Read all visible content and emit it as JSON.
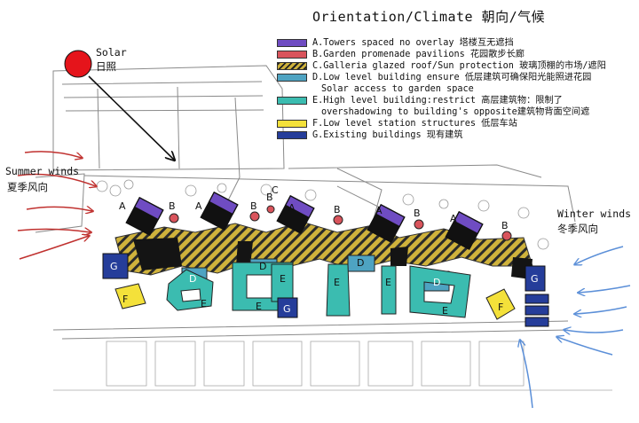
{
  "title": "Orientation/Climate 朝向/气候",
  "legend": [
    {
      "code": "A",
      "text": "A.Towers spaced no overlay 塔楼互无遮挡",
      "color": "#6f4cc2",
      "pattern": "solid"
    },
    {
      "code": "B",
      "text": "B.Garden promenade pavilions 花园散步长廊",
      "color": "#d9545c",
      "pattern": "solid"
    },
    {
      "code": "C",
      "text": "C.Galleria glazed roof/Sun protection 玻璃顶棚的市场/遮阳",
      "color": "#cfb23c",
      "pattern": "hatch"
    },
    {
      "code": "D",
      "text": "D.Low level building ensure 低层建筑可确保阳光能照进花园",
      "continuation": "Solar access to garden space",
      "color": "#4ea3c2",
      "pattern": "solid"
    },
    {
      "code": "E",
      "text": "E.High level building:restrict 高层建筑物：限制了",
      "continuation": "overshadowing to building's opposite建筑物背面空间遮",
      "color": "#3bbcb0",
      "pattern": "solid"
    },
    {
      "code": "F",
      "text": "F.Low level station structures 低层车站",
      "color": "#f4e13a",
      "pattern": "solid"
    },
    {
      "code": "G",
      "text": "G.Existing buildings 现有建筑",
      "color": "#253d9a",
      "pattern": "solid"
    }
  ],
  "solar": {
    "label_en": "Solar",
    "label_cn": "日照",
    "sun_color": "#e5141b"
  },
  "summer_winds": {
    "label_en": "Summer winds",
    "label_cn": "夏季风向",
    "arrow_color": "#c0312f"
  },
  "winter_winds": {
    "label_en": "Winter winds",
    "label_cn": "冬季风向",
    "arrow_color": "#5b8fd8"
  },
  "plan": {
    "tower_labels": [
      "A",
      "A",
      "A",
      "A",
      "A"
    ],
    "pavilion_labels": [
      "B",
      "B",
      "B",
      "B",
      "B",
      "B"
    ],
    "galleria_label": "C",
    "low_labels": [
      "D",
      "D",
      "D",
      "D"
    ],
    "high_labels": [
      "E",
      "E",
      "E",
      "E",
      "E",
      "E"
    ],
    "station_labels": [
      "F",
      "F"
    ],
    "existing_labels": [
      "G",
      "G",
      "G"
    ]
  }
}
